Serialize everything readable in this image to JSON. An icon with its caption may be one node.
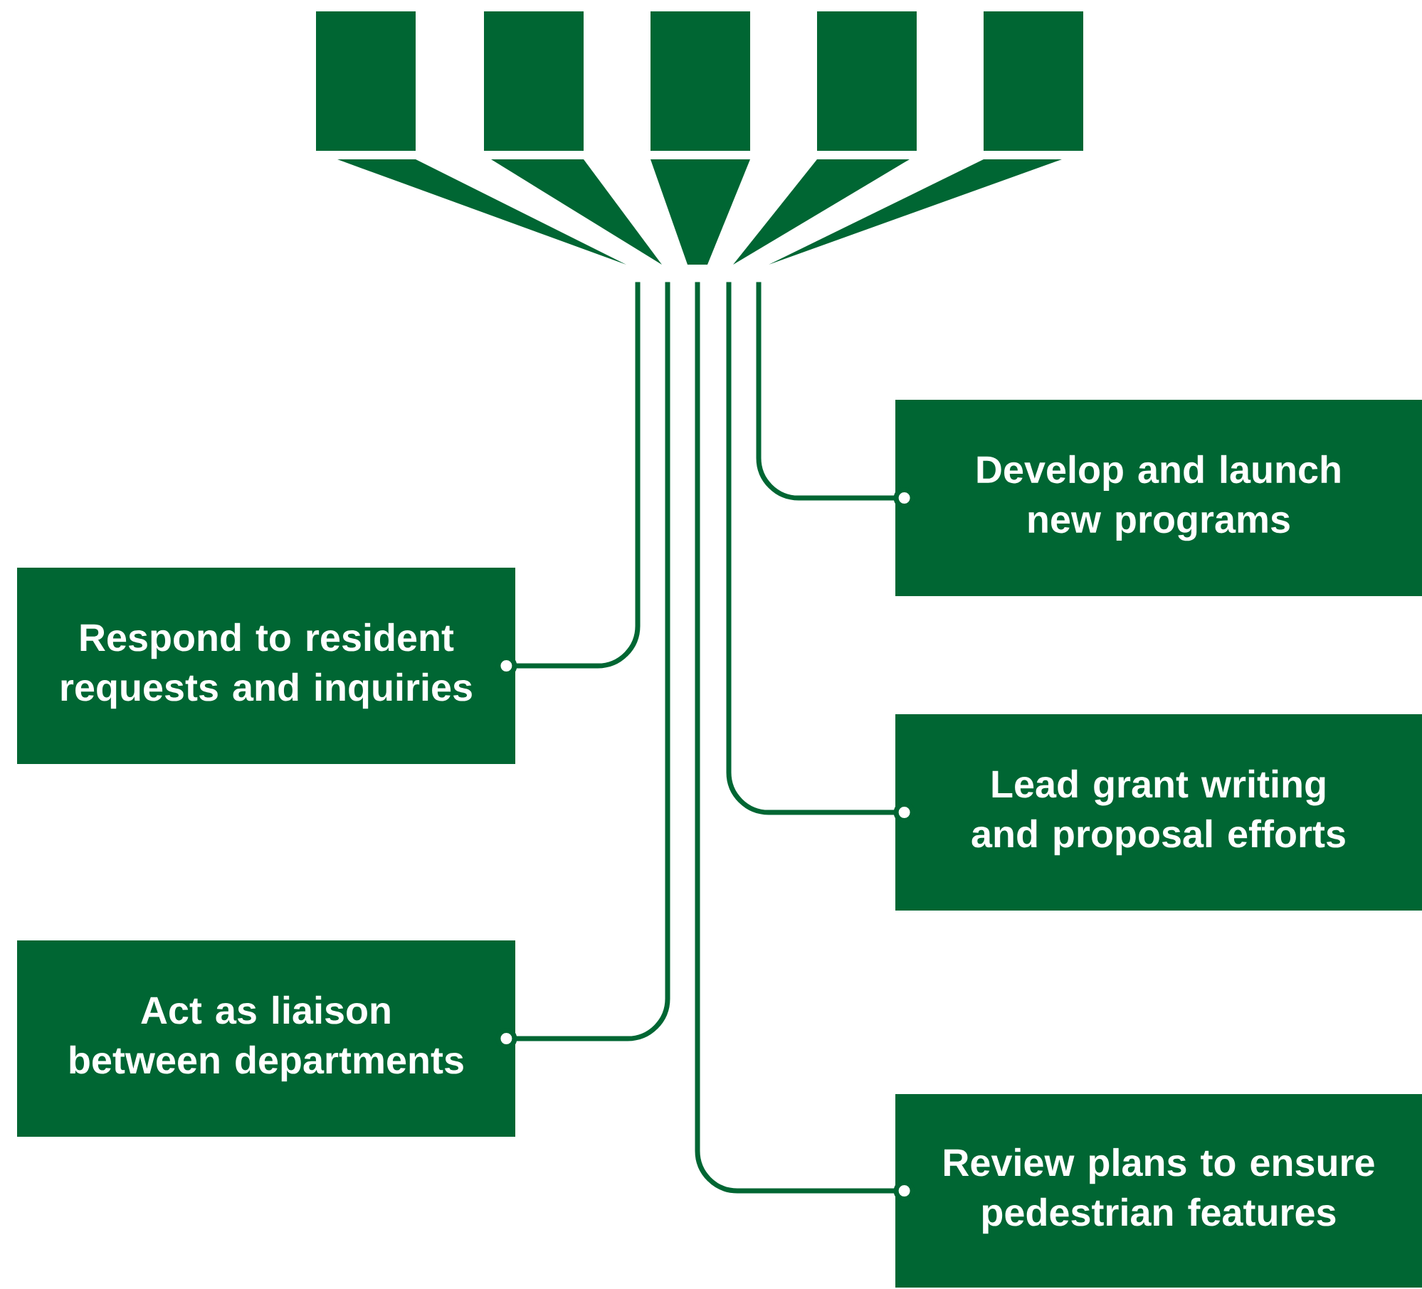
{
  "diagram": {
    "nodes": [
      {
        "text": [],
        "shape": "box"
      },
      {
        "text": [],
        "shape": "box"
      },
      {
        "text": [],
        "shape": "box"
      },
      {
        "text": [],
        "shape": "box"
      },
      {
        "text": [],
        "shape": "box"
      },
      {
        "text": [],
        "shape": "funnel"
      },
      {
        "text": [
          "Develop and launch new programs"
        ]
      },
      {
        "text": [
          "Respond to resident requests and inquiries"
        ]
      },
      {
        "text": [
          "Lead grant writing and proposal efforts"
        ]
      },
      {
        "text": [
          "Act as liaison between departments"
        ]
      },
      {
        "text": [
          "Review plans to ensure pedestrian features"
        ]
      }
    ],
    "edges": [
      {
        "from": 5,
        "to": 6,
        "arrow": "other"
      },
      {
        "from": 5,
        "to": 7,
        "arrow": "other"
      },
      {
        "from": 5,
        "to": 8,
        "arrow": "other"
      },
      {
        "from": 5,
        "to": 9,
        "arrow": "other"
      },
      {
        "from": 5,
        "to": 10,
        "arrow": "other"
      }
    ]
  }
}
